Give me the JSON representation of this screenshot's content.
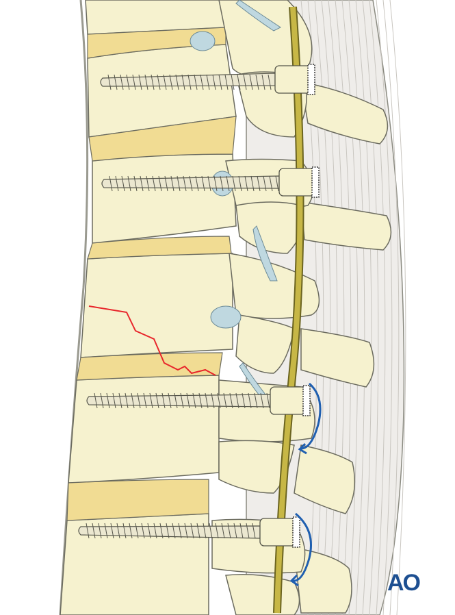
{
  "logo": {
    "text": "AO",
    "color": "#1d4f91"
  },
  "colors": {
    "bone": "#f6f2cf",
    "bone_shadow": "#e6deae",
    "disc": "#f1dc93",
    "outline": "#6b6b5f",
    "rod": "#b9a83a",
    "muscle": "#efedea",
    "fracture": "#e8262b",
    "rotation_arrow": "#1f5fb0",
    "ligament": "#bfd8e0"
  },
  "annotations": {
    "fracture_line": "red-fracture-line",
    "rotation_arrows": 2
  }
}
